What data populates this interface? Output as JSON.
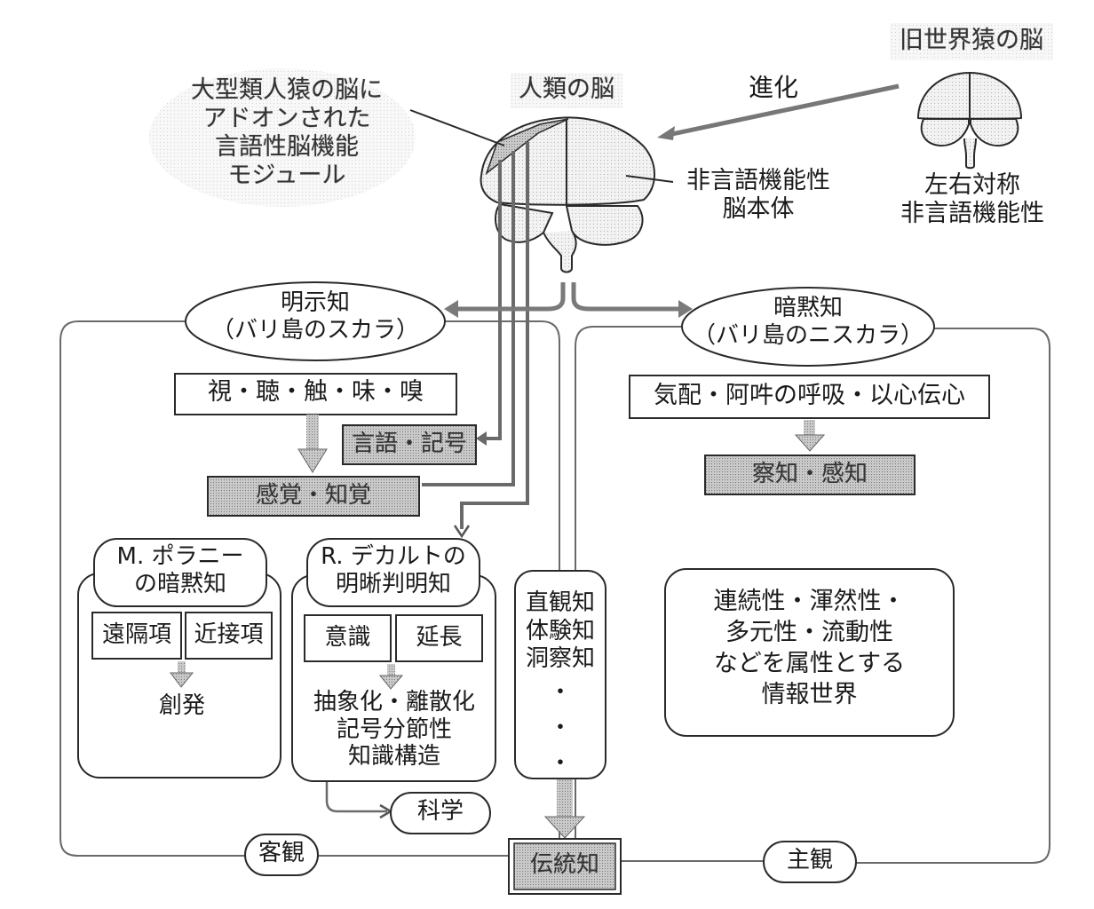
{
  "title": "人類の脳と明示知・暗黙知の関係図",
  "colors": {
    "line": "#2a2a2a",
    "shade_fill": "#bdbdbd",
    "brain_fill": "#ececec",
    "hatch": "#8a8a8a",
    "background": "#ffffff"
  },
  "top": {
    "addon_module": [
      "大型類人猿の脳に",
      "アドオンされた",
      "言語性脳機能",
      "モジュール"
    ],
    "human_brain_label": "人類の脳",
    "evolution_label": "進化",
    "old_world_monkey_label": "旧世界猿の脳",
    "human_brain_body": [
      "非言語機能性",
      "脳本体"
    ],
    "monkey_brain_traits": [
      "左右対称",
      "非言語機能性"
    ]
  },
  "explicit": {
    "ellipse": [
      "明示知",
      "（バリ島のスカラ）"
    ],
    "senses": "視・聴・触・味・嗅",
    "language_symbols": "言語・記号",
    "perception": "感覚・知覚",
    "polanyi": {
      "header": [
        "M. ポラニー",
        "の暗黙知"
      ],
      "items": [
        "遠隔項",
        "近接項"
      ],
      "result": "創発"
    },
    "descartes": {
      "header": [
        "R. デカルトの",
        "明晰判明知"
      ],
      "items": [
        "意識",
        "延長"
      ],
      "result": [
        "抽象化・離散化",
        "記号分節性",
        "知識構造"
      ]
    },
    "science": "科学",
    "objective": "客観"
  },
  "tacit": {
    "ellipse": [
      "暗黙知",
      "（バリ島のニスカラ）"
    ],
    "signs": "気配・阿吽の呼吸・以心伝心",
    "sensing": "察知・感知",
    "world": [
      "連続性・渾然性・",
      "多元性・流動性",
      "などを属性とする",
      "情報世界"
    ],
    "subjective": "主観"
  },
  "center": {
    "intuitive": [
      "直観知",
      "体験知",
      "洞察知",
      "・",
      "・",
      "・"
    ],
    "tradition": "伝統知"
  }
}
